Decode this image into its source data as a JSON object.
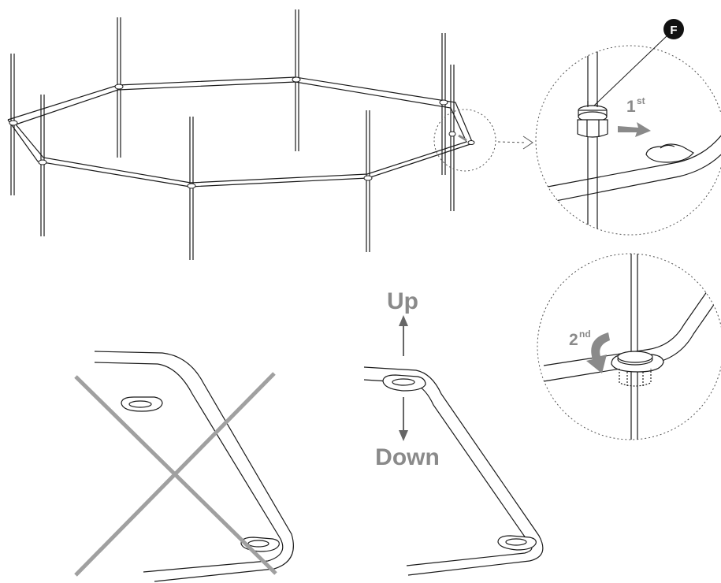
{
  "part_marker": "F",
  "step_first": {
    "number": "1",
    "suffix": "st"
  },
  "step_second": {
    "number": "2",
    "suffix": "nd"
  },
  "direction_up": "Up",
  "direction_down": "Down",
  "colors": {
    "line": "#1a1a1a",
    "accent_gray": "#8a8a8a",
    "cross_gray": "#a0a0a0",
    "part_badge": "#111111"
  }
}
